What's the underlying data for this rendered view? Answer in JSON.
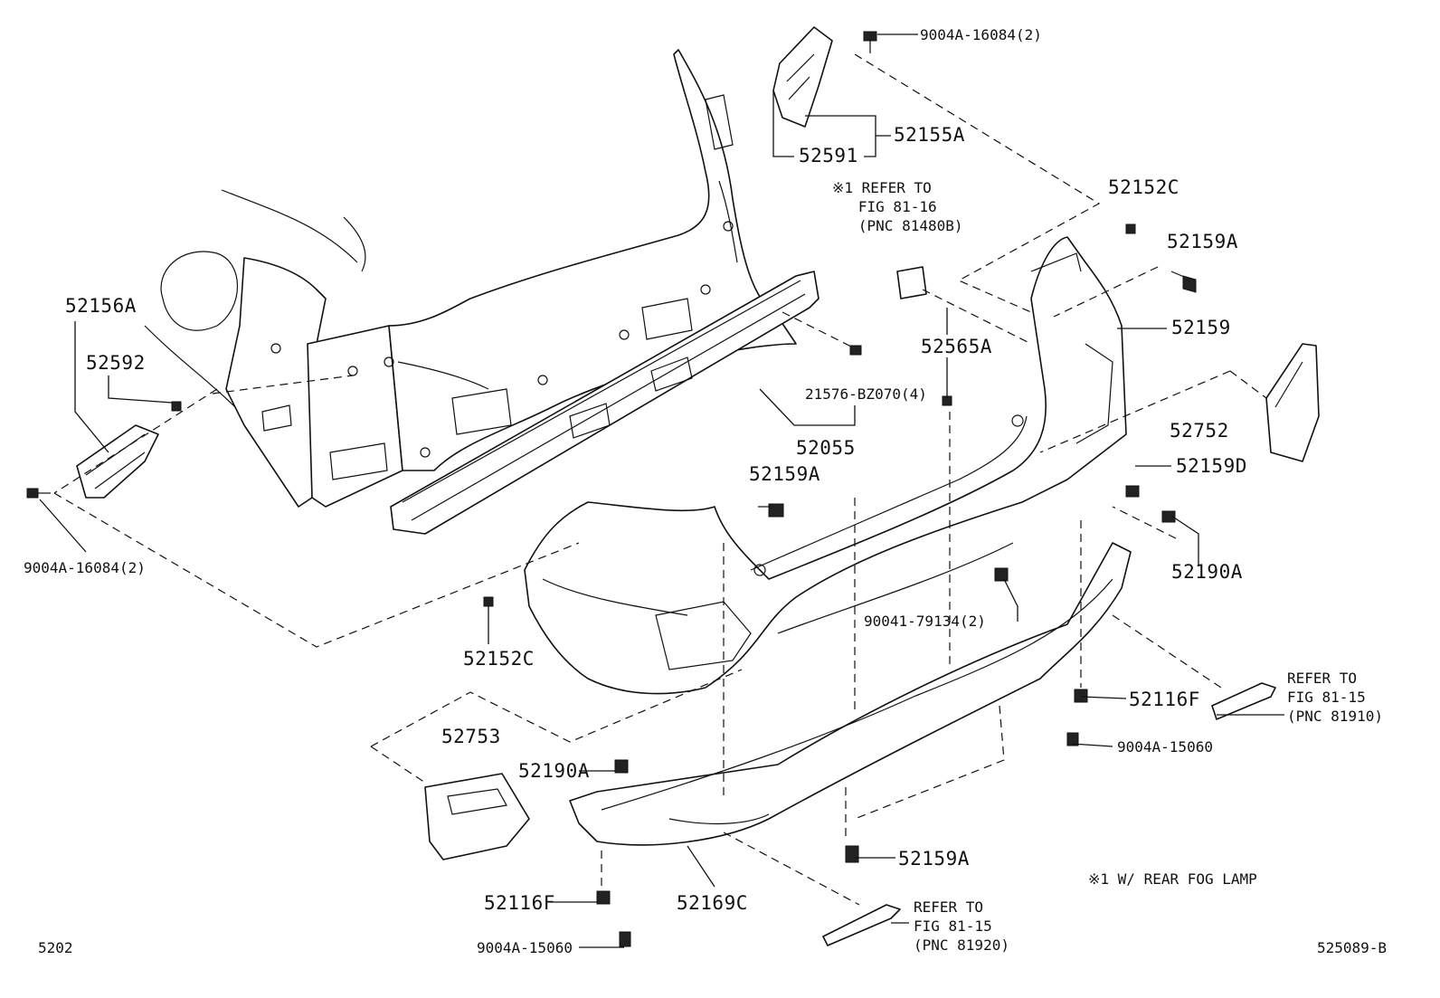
{
  "labels": {
    "l_9004A_16084_top": "9004A-16084(2)",
    "l_52155A": "52155A",
    "l_52591": "52591",
    "l_note1_refer": "※1 REFER TO\n   FIG 81-16\n   (PNC 81480B)",
    "l_52152C_top": "52152C",
    "l_52159A_top": "52159A",
    "l_52159": "52159",
    "l_52156A": "52156A",
    "l_52592": "52592",
    "l_52565A": "52565A",
    "l_21576": "21576-BZ070(4)",
    "l_52055": "52055",
    "l_52752": "52752",
    "l_52159A_mid": "52159A",
    "l_52159D": "52159D",
    "l_9004A_16084_left": "9004A-16084(2)",
    "l_52190A_right": "52190A",
    "l_52152C_bottom": "52152C",
    "l_90041": "90041-79134(2)",
    "l_refer_81910": "REFER TO\nFIG 81-15\n(PNC 81910)",
    "l_52116F_right": "52116F",
    "l_9004A_15060_right": "9004A-15060",
    "l_52753": "52753",
    "l_52190A_left": "52190A",
    "l_52159A_bottom": "52159A",
    "l_note1_legend": "※1 W/ REAR FOG LAMP",
    "l_52116F_left": "52116F",
    "l_52169C": "52169C",
    "l_refer_81920": "REFER TO\nFIG 81-15\n(PNC 81920)",
    "l_9004A_15060_bottom": "9004A-15060",
    "l_page_code": "5202",
    "l_figure_id": "525089-B"
  },
  "icons": {
    "clip": "clip-icon",
    "bolt": "bolt-icon",
    "retainer": "retainer-icon"
  }
}
